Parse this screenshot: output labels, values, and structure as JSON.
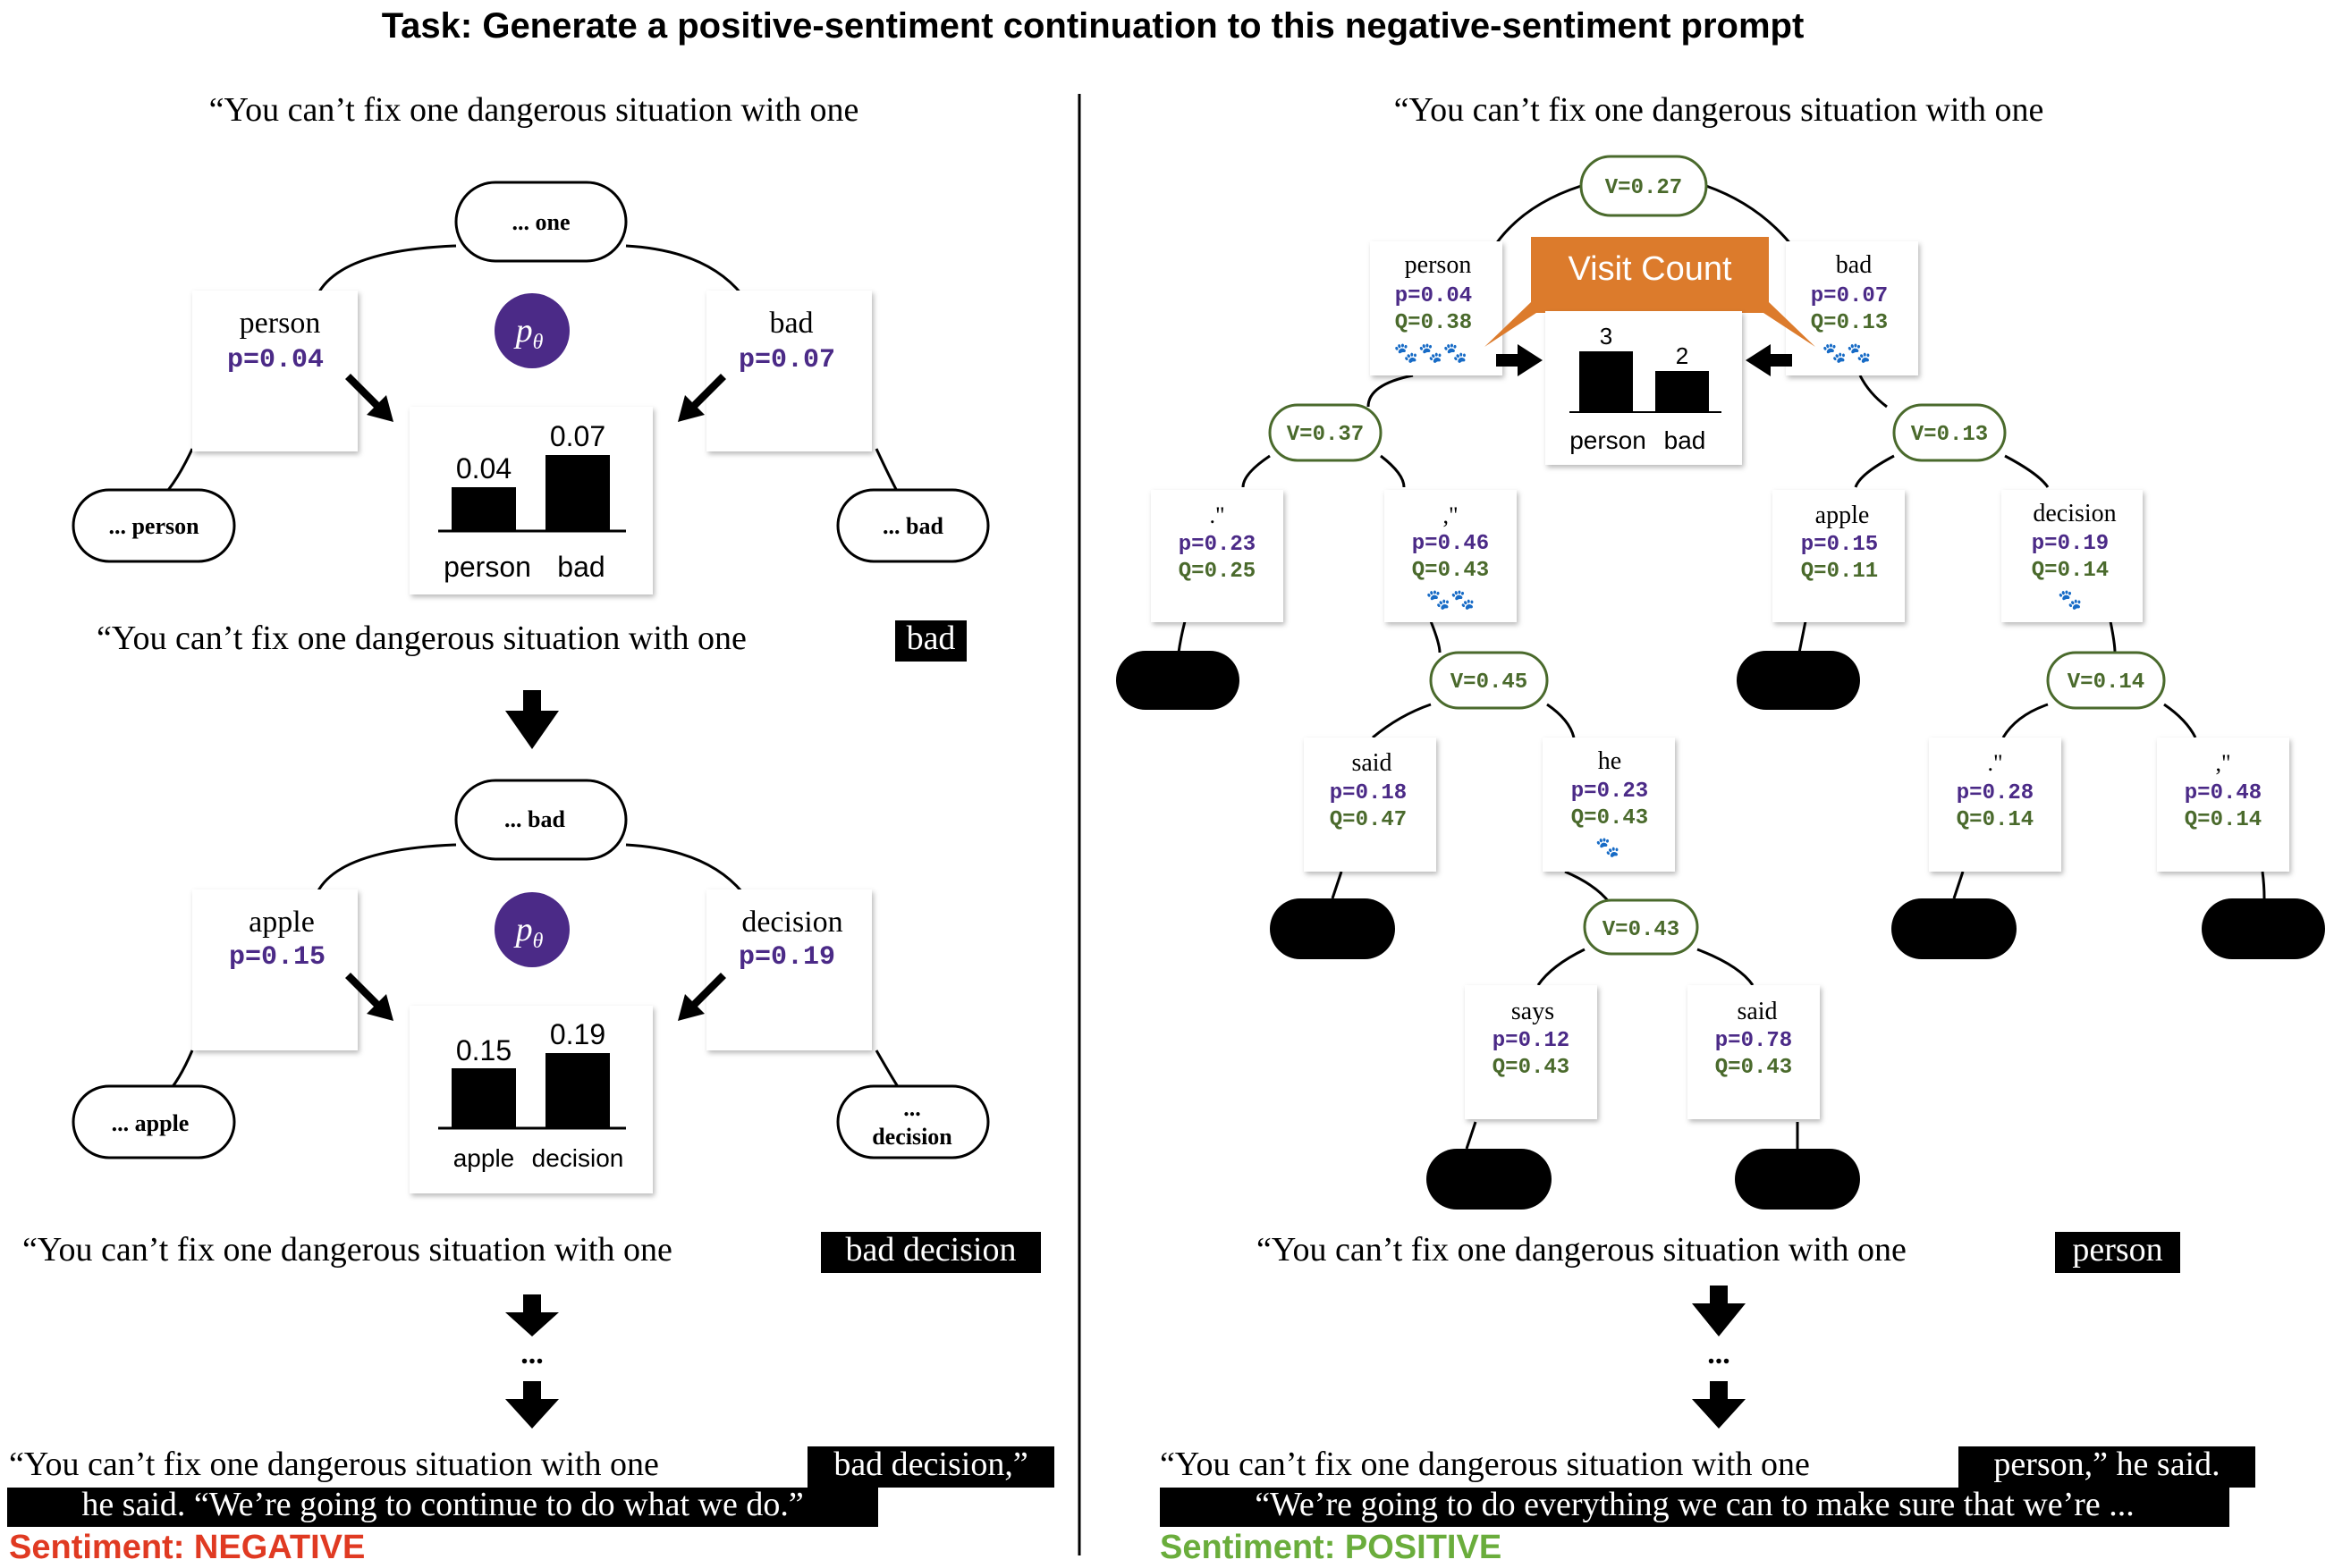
{
  "title": "Task: Generate a positive-sentiment continuation to this negative-sentiment prompt",
  "left": {
    "prompt": "“You can’t fix one dangerous situation with one",
    "step1": {
      "root": "... one",
      "policy_symbol": "pθ",
      "left_token": "person",
      "left_p": "p=0.04",
      "right_token": "bad",
      "right_p": "p=0.07",
      "left_leaf": "... person",
      "right_leaf": "... bad",
      "bar_values": [
        "0.04",
        "0.07"
      ],
      "bar_labels": [
        "person",
        "bad"
      ]
    },
    "sentence1_prefix": "“You can’t fix one dangerous situation with one",
    "sentence1_hl": "bad",
    "step2": {
      "root": "... bad",
      "policy_symbol": "pθ",
      "left_token": "apple",
      "left_p": "p=0.15",
      "right_token": "decision",
      "right_p": "p=0.19",
      "left_leaf": "... apple",
      "right_leaf_top": "...",
      "right_leaf_bottom": "decision",
      "bar_values": [
        "0.15",
        "0.19"
      ],
      "bar_labels": [
        "apple",
        "decision"
      ]
    },
    "sentence2_prefix": "“You can’t fix one dangerous situation with one",
    "sentence2_hl": "bad decision",
    "ellipsis": "...",
    "final_prefix": "“You can’t fix one dangerous situation with one",
    "final_hl1": "bad decision,”",
    "final_hl2": "he said. “We’re going to continue to do what we do.”",
    "sentiment": "Sentiment: NEGATIVE"
  },
  "right": {
    "prompt": "“You can’t fix one dangerous situation with one",
    "root_v": "V=0.27",
    "visit_count_label": "Visit Count",
    "visit_counts": [
      "3",
      "2"
    ],
    "visit_labels": [
      "person",
      "bad"
    ],
    "nodes": [
      {
        "token": "person",
        "p": "p=0.04",
        "q": "Q=0.38",
        "paws": "🐾🐾🐾"
      },
      {
        "token": "bad",
        "p": "p=0.07",
        "q": "Q=0.13",
        "paws": "🐾🐾"
      },
      {
        "token": ".\"",
        "p": "p=0.23",
        "q": "Q=0.25",
        "paws": ""
      },
      {
        "token": ",\"",
        "p": "p=0.46",
        "q": "Q=0.43",
        "paws": "🐾🐾"
      },
      {
        "token": "apple",
        "p": "p=0.15",
        "q": "Q=0.11",
        "paws": ""
      },
      {
        "token": "decision",
        "p": "p=0.19",
        "q": "Q=0.14",
        "paws": "🐾"
      },
      {
        "token": "said",
        "p": "p=0.18",
        "q": "Q=0.47",
        "paws": ""
      },
      {
        "token": "he",
        "p": "p=0.23",
        "q": "Q=0.43",
        "paws": "🐾"
      },
      {
        "token": ".\"",
        "p": "p=0.28",
        "q": "Q=0.14",
        "paws": ""
      },
      {
        "token": ",\"",
        "p": "p=0.48",
        "q": "Q=0.14",
        "paws": ""
      },
      {
        "token": "says",
        "p": "p=0.12",
        "q": "Q=0.43",
        "paws": ""
      },
      {
        "token": "said",
        "p": "p=0.78",
        "q": "Q=0.43",
        "paws": ""
      }
    ],
    "values": [
      "V=0.37",
      "V=0.13",
      "V=0.45",
      "V=0.14",
      "V=0.43"
    ],
    "sentence_prefix": "“You can’t fix one dangerous situation with one",
    "sentence_hl": "person",
    "ellipsis": "...",
    "final_prefix": "“You can’t fix one dangerous situation with one",
    "final_hl1": "person,” he said.",
    "final_hl2": "“We’re going to do everything we can to make sure that we’re ...",
    "sentiment": "Sentiment: POSITIVE"
  },
  "colors": {
    "purple": "#4b2a87",
    "green": "#4a6a2c",
    "orange": "#dc7b2c",
    "negative": "#e03a22",
    "positive": "#6aad3c"
  }
}
